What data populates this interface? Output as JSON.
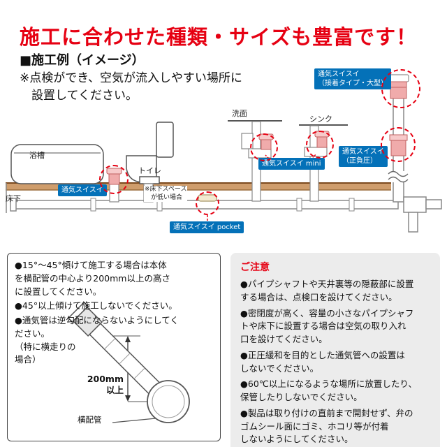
{
  "page": {
    "title": "施工に合わせた種類・サイズも豊富です！",
    "section_title": "■施工例（イメージ）",
    "note": "※点検ができ、空気が流入しやすい場所に\n　設置してください。"
  },
  "diagram": {
    "fixtures": {
      "bathtub": "浴槽",
      "toilet": "トイレ",
      "washbasin": "洗面",
      "sink": "シンク",
      "underfloor": "床下"
    },
    "low_space_note": "※床下スペース\n　が低い場合",
    "products": {
      "standard": "通気スイスイ",
      "pocket": "通気スイスイ pocket",
      "mini": "通気スイスイ mini",
      "adhesive_large": "通気スイスイ\n（接着タイプ・大型）",
      "pressure": "通気スイスイ\n（正負圧）"
    }
  },
  "install_box": {
    "items": [
      "●15°～45°傾けて施工する場合は本体\nを横配管の中心より200mm以上の高さ\nに設置してください。",
      "●45°以上傾けて施工しないでください。",
      "●通気管は逆勾配にならないようにしてく\nださい。\n（特に横走りの\n場合）"
    ],
    "dimension_label": "200mm\n以上",
    "pipe_label": "横配管"
  },
  "caution_box": {
    "title": "ご注意",
    "items": [
      "●パイプシャフトや天井裏等の隠蔽部に設置\nする場合は、点検口を設けてください。",
      "●密閉度が高く、容量の小さなパイプシャフ\nトや床下に設置する場合は空気の取り入れ\n口を設けてください。",
      "●正圧緩和を目的とした通気管への設置は\nしないでください。",
      "●60℃以上になるような場所に放置したり、\n保管したりしないでください。",
      "●製品は取り付けの直前まで開封せず、弁の\nゴムシール面にゴミ、ホコリ等が付着\nしないようにしてください。"
    ]
  },
  "colors": {
    "accent_red": "#e60012",
    "label_blue": "#0471b8",
    "floor_tan": "#cf9d6c",
    "product_pink": "#f0abab"
  }
}
